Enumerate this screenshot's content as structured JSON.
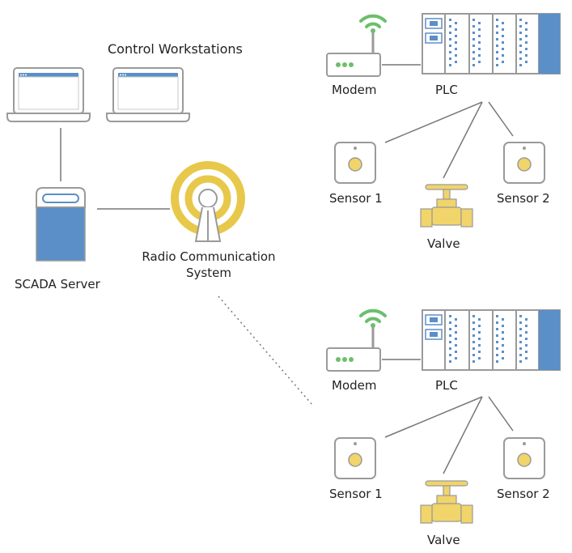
{
  "labels": {
    "control_workstations": "Control Workstations",
    "scada_server": "SCADA Server",
    "radio_line1": "Radio Communication",
    "radio_line2": "System",
    "top_site": {
      "modem": "Modem",
      "plc": "PLC",
      "sensor1": "Sensor 1",
      "sensor2": "Sensor 2",
      "valve": "Valve"
    },
    "bottom_site": {
      "modem": "Modem",
      "plc": "PLC",
      "sensor1": "Sensor 1",
      "sensor2": "Sensor 2",
      "valve": "Valve"
    }
  },
  "icons": {
    "laptop": "laptop-icon",
    "server": "server-icon",
    "radio_tower": "radio-tower-icon",
    "modem": "modem-icon",
    "wifi": "wifi-signal-icon",
    "plc": "plc-icon",
    "sensor": "sensor-icon",
    "valve": "valve-icon"
  },
  "colors": {
    "line": "#777777",
    "device_outline": "#9a9a9a",
    "accent_blue": "#5b8fc7",
    "radio_yellow": "#e8c84a",
    "wifi_green": "#6cbf6c",
    "valve_yellow": "#f1d46a"
  }
}
